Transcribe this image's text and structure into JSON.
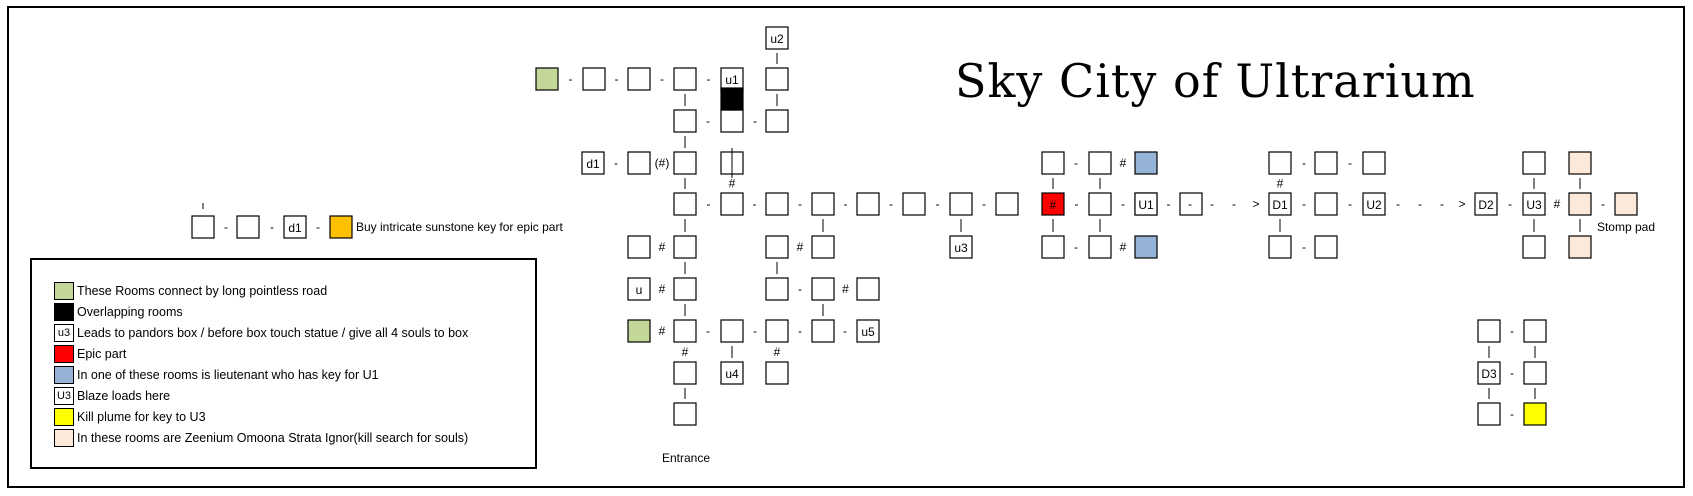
{
  "title": "Sky City of Ultrarium",
  "colors": {
    "long_road": "#c4d79b",
    "overlap": "#000000",
    "epic": "#ff0000",
    "lieutenant": "#95b3d7",
    "plume_key": "#ffff00",
    "zeenium": "#fde9d9",
    "sunstone_key": "#ffc000",
    "outline": "#000000"
  },
  "labels": {
    "key_note": "Buy intricate sunstone key for epic part",
    "stomp_pad": "Stomp pad",
    "entrance": "Entrance",
    "hash": "#",
    "hash_paren": "(#)",
    "arrow": ">"
  },
  "legend": [
    {
      "swatch_color": "#c4d79b",
      "swatch_text": "",
      "text": "These Rooms connect by long pointless road"
    },
    {
      "swatch_color": "#000000",
      "swatch_text": "",
      "text": "Overlapping rooms"
    },
    {
      "swatch_color": "#ffffff",
      "swatch_text": "u3",
      "text": "Leads to pandors box / before box touch statue / give all 4 souls to box"
    },
    {
      "swatch_color": "#ff0000",
      "swatch_text": "",
      "text": "Epic part"
    },
    {
      "swatch_color": "#95b3d7",
      "swatch_text": "",
      "text": "In one of these rooms is lieutenant who has key for U1"
    },
    {
      "swatch_color": "#ffffff",
      "swatch_text": "U3",
      "text": "Blaze loads here"
    },
    {
      "swatch_color": "#ffff00",
      "swatch_text": "",
      "text": "Kill plume for key to U3"
    },
    {
      "swatch_color": "#fde9d9",
      "swatch_text": "",
      "text": "In these rooms are Zeenium Omoona Strata Ignor(kill search for souls)"
    }
  ]
}
